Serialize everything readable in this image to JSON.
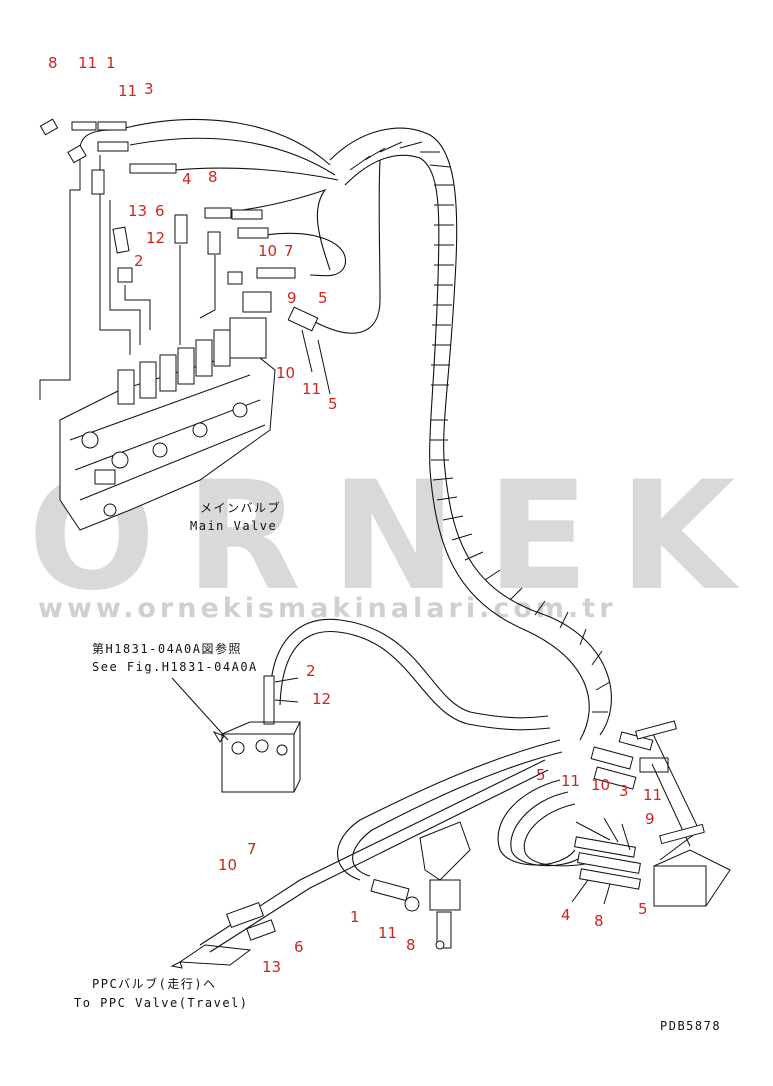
{
  "watermark": {
    "brand": "ORNEK",
    "url": "www.ornekismakinalari.com.tr"
  },
  "labels": {
    "main_valve_jp": "メインバルブ",
    "main_valve_en": "Main Valve",
    "see_fig_jp": "第H1831-04A0A図参照",
    "see_fig_en": "See Fig.H1831-04A0A",
    "ppc_jp": "PPCバルブ(走行)へ",
    "ppc_en": "To PPC Valve(Travel)",
    "drawing_number": "PDB5878"
  },
  "callouts": [
    "8",
    "11",
    "1",
    "11",
    "3",
    "4",
    "8",
    "13",
    "6",
    "12",
    "2",
    "10",
    "7",
    "9",
    "5",
    "10",
    "11",
    "5",
    "2",
    "12",
    "5",
    "11",
    "10",
    "3",
    "11",
    "9",
    "4",
    "8",
    "5",
    "10",
    "7",
    "1",
    "11",
    "8",
    "13",
    "6"
  ]
}
